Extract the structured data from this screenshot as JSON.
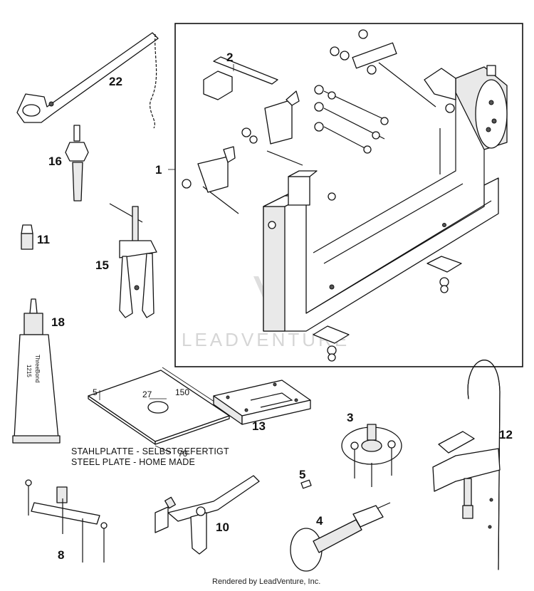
{
  "callouts": {
    "p1": "1",
    "p2": "2",
    "p3": "3",
    "p4": "4",
    "p5": "5",
    "p8": "8",
    "p10": "10",
    "p11": "11",
    "p12": "12",
    "p13": "13",
    "p15": "15",
    "p16": "16",
    "p18": "18",
    "p22": "22"
  },
  "steel_plate": {
    "dim_thickness": "5",
    "dim_hole": "27",
    "dim_length": "150",
    "dim_width": "70",
    "note_de": "STAHLPLATTE - SELBSTGEFERTIGT",
    "note_en": "STEEL PLATE - HOME MADE"
  },
  "sealant_tube": {
    "brand": "ThreeBond",
    "code": "1215"
  },
  "watermark": "LEADVENTURE",
  "footer": "Rendered by LeadVenture, Inc."
}
